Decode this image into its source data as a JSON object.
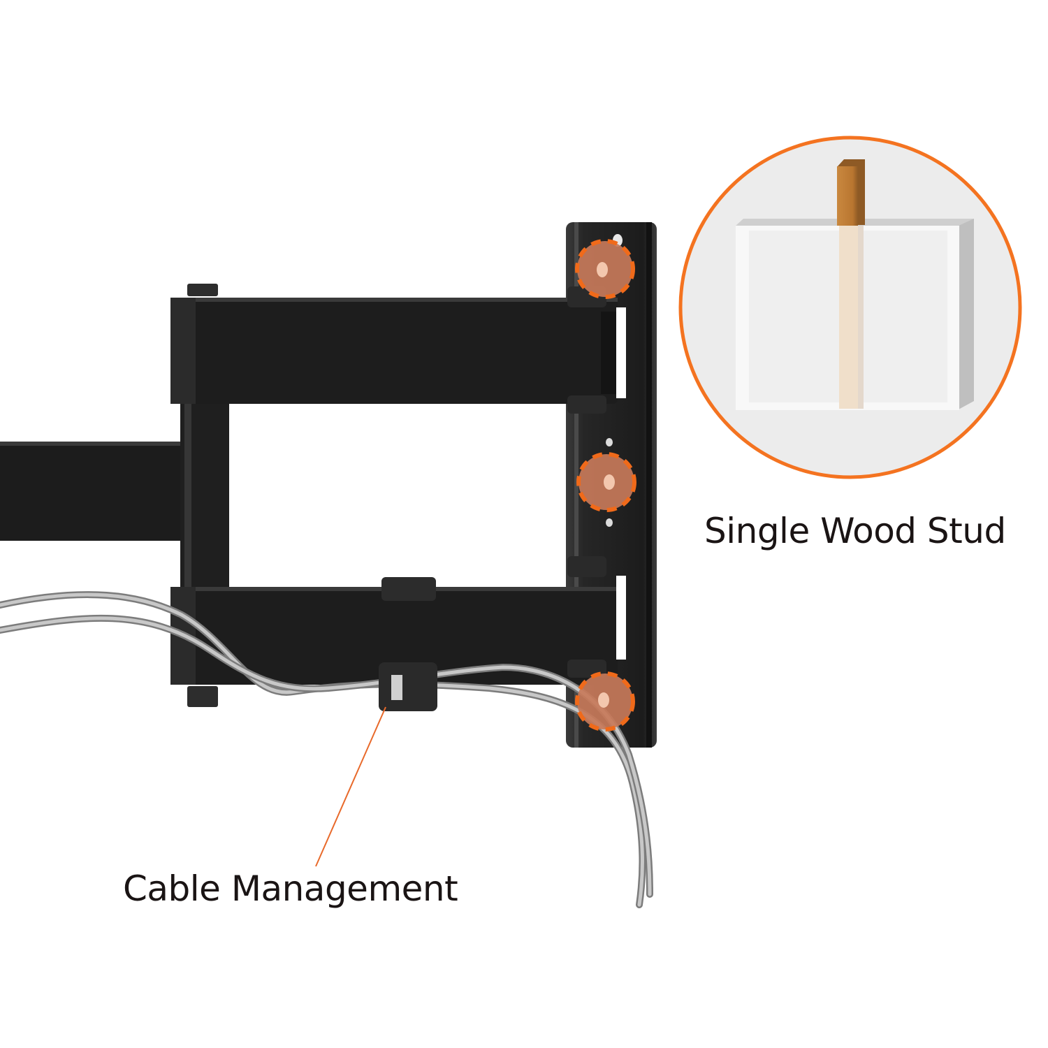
{
  "labels": {
    "single_wood_stud": "Single Wood Stud",
    "cable_management": "Cable Management"
  },
  "colors": {
    "accent_orange": "#f47320",
    "bracket_black": "#1e1e1e",
    "bracket_dark": "#2a2a2a",
    "bolt_copper": "#c77a5a",
    "cable_gray": "#9a9a9a",
    "wall_bg": "#ececec",
    "stud_wood": "#c9843c"
  },
  "icons": {
    "inset_circle": "wood-stud-wall-illustration",
    "mount": "tv-wall-mount-arm",
    "bolts": "lag-bolt-markers",
    "cable_clip": "cable-clip"
  }
}
